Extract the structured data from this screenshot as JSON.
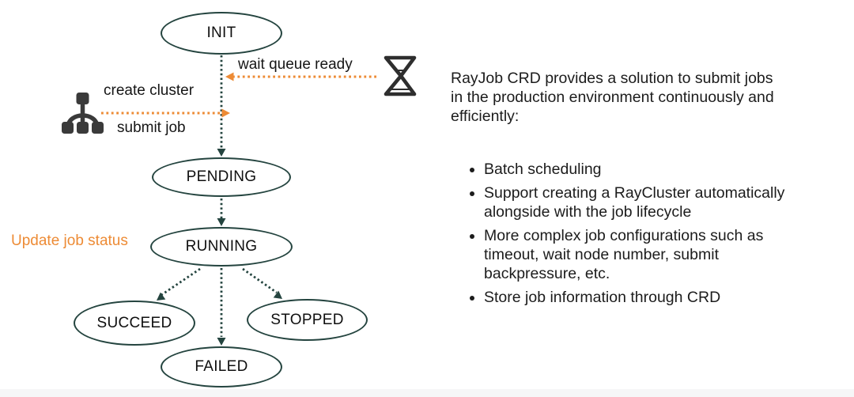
{
  "diagram": {
    "nodes": {
      "init": "INIT",
      "pending": "PENDING",
      "running": "RUNNING",
      "succeed": "SUCCEED",
      "failed": "FAILED",
      "stopped": "STOPPED"
    },
    "labels": {
      "wait_queue_ready": "wait queue ready",
      "create_cluster": "create cluster",
      "submit_job": "submit job",
      "update_job_status": "Update job status"
    },
    "icons": {
      "cluster": "cluster-nodes-icon",
      "hourglass": "hourglass-icon"
    },
    "colors": {
      "node_stroke": "#24443f",
      "arrow_teal": "#24443f",
      "arrow_orange": "#ed8b35",
      "icon_dark": "#333333",
      "label_orange": "#ed8b35",
      "footer_strip": "#f6f6f7"
    }
  },
  "description": {
    "intro": "RayJob CRD provides a solution to submit jobs\nin the production environment continuously and\nefficiently:",
    "bullets": [
      "Batch scheduling",
      "Support creating a RayCluster automatically\nalongside with the job lifecycle",
      "More complex job configurations such as\ntimeout, wait node number, submit\nbackpressure, etc.",
      "Store job information through CRD"
    ]
  }
}
